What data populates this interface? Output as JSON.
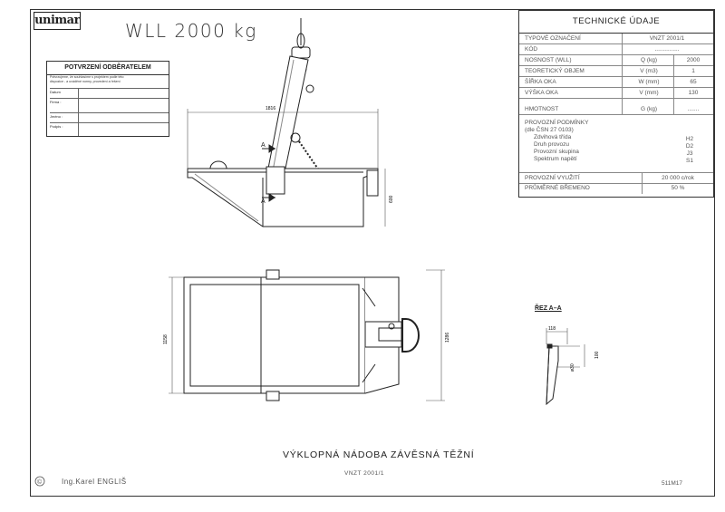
{
  "logo": "unimar",
  "wll_title": "WLL  2000  kg",
  "receipt": {
    "title": "POTVRZENÍ ODBĚRATELEM",
    "text_line1": "Potvrzujeme, že souhlasíme s projektem podle této",
    "text_line2": "dispozice - a uváděné normy, provedení a řešení",
    "rows": [
      "Datum",
      "Firma :",
      "Jméno :",
      "Podpis :"
    ]
  },
  "tech": {
    "header": "TECHNICKÉ ÚDAJE",
    "rows": [
      {
        "label": "TYPOVÉ OZNAČENÍ",
        "mid": "VNZT 2001/1",
        "val": ""
      },
      {
        "label": "KÓD",
        "mid": "...............",
        "val": ""
      },
      {
        "label": "NOSNOST (WLL)",
        "mid": "Q (kg)",
        "val": "2000"
      },
      {
        "label": "TEORETICKÝ OBJEM",
        "mid": "V (m3)",
        "val": "1"
      },
      {
        "label": "ŠÍŘKA OKA",
        "mid": "W (mm)",
        "val": "65"
      },
      {
        "label": "VÝŠKA OKA",
        "mid": "V (mm)",
        "val": "130"
      },
      {
        "label": "HMOTNOST",
        "mid": "G (kg)",
        "val": "......."
      }
    ],
    "conditions": {
      "title": "PROVOZNÍ PODMÍNKY",
      "norm": "(dle ČSN 27 0103)",
      "items": [
        "Zdvihová třída",
        "Druh provozu",
        "Provozní skupina",
        "Spektrum napětí"
      ],
      "values": [
        "H2",
        "D2",
        "J3",
        "S1"
      ]
    },
    "usage_label": "PROVOZNÍ VYUŽITÍ",
    "usage_value": "20 000 c/rok",
    "load_label": "PRŮMĚRNÉ BŘEMENO",
    "load_value": "50 %"
  },
  "dims": {
    "top_width": "1816",
    "height": "600",
    "plan_width": "1158",
    "plan_total": "1286",
    "section_a": "118",
    "section_b": "100",
    "section_c": "ø30"
  },
  "section_label": "ŘEZ A–A",
  "section_marker": "A",
  "caption": "VÝKLOPNÁ NÁDOBA ZÁVĚSNÁ TĚŽNÍ",
  "subtitle": "VNZT 2001/1",
  "author_symbol": "©",
  "author": "Ing.Karel ENGLIŠ",
  "drawing_number": "511M17"
}
